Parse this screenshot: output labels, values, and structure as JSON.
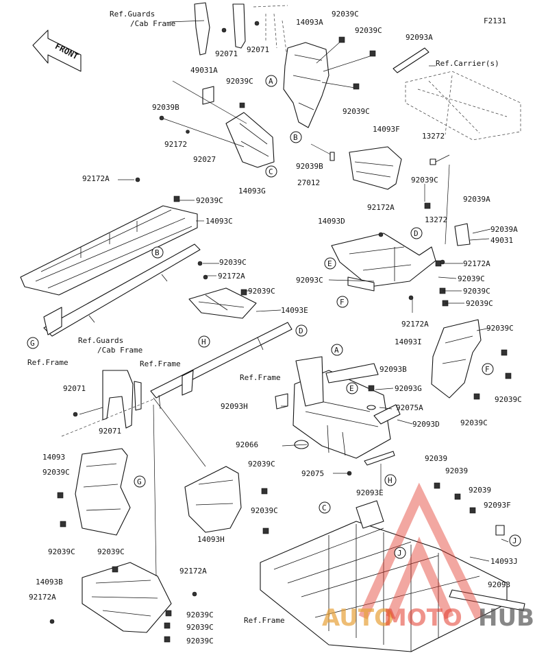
{
  "figure_code": "F2131",
  "front_arrow_label": "FRONT",
  "watermark": {
    "text_prefix": "AUTO",
    "text_middle": "MOTO",
    "text_suffix": "HUB",
    "color": "#e23b2e"
  },
  "part_labels": {
    "ref_guards_1a": "Ref.Guards",
    "ref_guards_1b": "/Cab Frame",
    "p92071_a": "92071",
    "p92071_b": "92071",
    "p92039C_1": "92039C",
    "p14093A": "14093A",
    "p92039C_2": "92039C",
    "p92093A": "92093A",
    "ref_carrier": "Ref.Carrier(s)",
    "p49031A": "49031A",
    "p92039C_3": "92039C",
    "p92039B_1": "92039B",
    "p92039C_4": "92039C",
    "p92172_1": "92172",
    "p92027": "92027",
    "p14093G": "14093G",
    "p92039B_2": "92039B",
    "p27012": "27012",
    "p14093F": "14093F",
    "p13272_1": "13272",
    "p92039C_5": "92039C",
    "p92172A_1": "92172A",
    "p92039C_6": "92039C",
    "p14093C": "14093C",
    "p92172A_2": "92172A",
    "p14093D": "14093D",
    "p13272_2": "13272",
    "p92039A_1": "92039A",
    "p92039A_2": "92039A",
    "p49031": "49031",
    "p92039C_7": "92039C",
    "p92172A_3": "92172A",
    "p92039C_8": "92039C",
    "p92093C": "92093C",
    "p92172A_4": "92172A",
    "p92039C_9": "92039C",
    "p92039C_10": "92039C",
    "p14093E": "14093E",
    "p92039C_11": "92039C",
    "p92172A_5": "92172A",
    "ref_frame_1": "Ref.Frame",
    "ref_guards_2a": "Ref.Guards",
    "ref_guards_2b": "/Cab Frame",
    "ref_frame_2": "Ref.Frame",
    "p92093B": "92093B",
    "p14093I": "14093I",
    "p92039C_12": "92039C",
    "ref_frame_3": "Ref.Frame",
    "p92093G": "92093G",
    "p92071_c": "92071",
    "p92071_d": "92071",
    "p92093H": "92093H",
    "p92075A": "92075A",
    "p92093D": "92093D",
    "p92039C_13": "92039C",
    "p92039C_14": "92039C",
    "p14093": "14093",
    "p92039C_15": "92039C",
    "p92066": "92066",
    "p92039C_16": "92039C",
    "p92075": "92075",
    "p92039_1": "92039",
    "p92039_2": "92039",
    "p92093E": "92093E",
    "p92039_3": "92039",
    "p92039C_17": "92039C",
    "p92093F": "92093F",
    "p14093H": "14093H",
    "p92039C_18": "92039C",
    "p92039C_19": "92039C",
    "p14093J": "14093J",
    "p14093B": "14093B",
    "p92172A_6": "92172A",
    "p92093": "92093",
    "p92172A_7": "92172A",
    "p92039C_20": "92039C",
    "p92039C_21": "92039C",
    "p92039C_22": "92039C",
    "ref_frame_4": "Ref.Frame"
  },
  "callout_letters": {
    "A1": "A",
    "B1": "B",
    "C1": "C",
    "B2": "B",
    "D1": "D",
    "E1": "E",
    "F1": "F",
    "G1": "G",
    "H1": "H",
    "D2": "D",
    "A2": "A",
    "E2": "E",
    "F2": "F",
    "G2": "G",
    "H2": "H",
    "C2": "C",
    "J1": "J",
    "J2": "J"
  }
}
